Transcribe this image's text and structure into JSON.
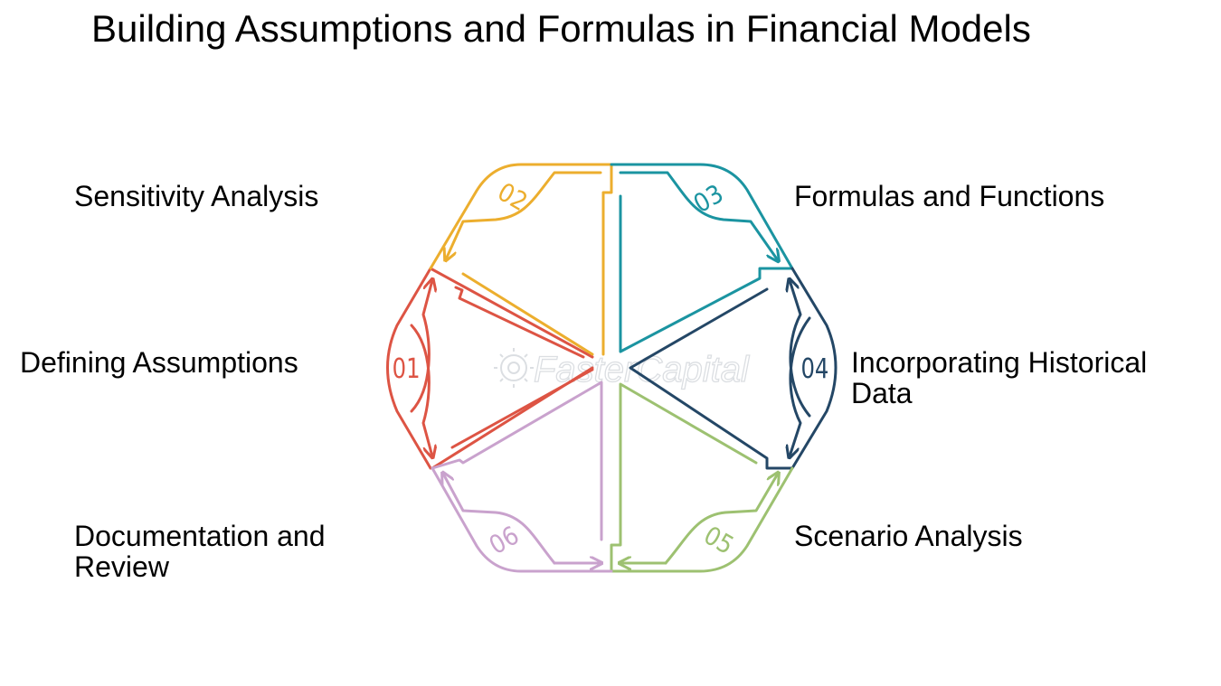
{
  "title": "Building Assumptions and Formulas in Financial Models",
  "watermark": "FasterCapital",
  "steps": [
    {
      "number": "01",
      "label_lines": [
        "Defining Assumptions"
      ],
      "color": "#dd5444"
    },
    {
      "number": "02",
      "label_lines": [
        "Sensitivity Analysis"
      ],
      "color": "#ecae2e"
    },
    {
      "number": "03",
      "label_lines": [
        "Formulas and Functions"
      ],
      "color": "#1b94a1"
    },
    {
      "number": "04",
      "label_lines": [
        "Incorporating Historical",
        "Data"
      ],
      "color": "#244766"
    },
    {
      "number": "05",
      "label_lines": [
        "Scenario Analysis"
      ],
      "color": "#9dc171"
    },
    {
      "number": "06",
      "label_lines": [
        "Documentation and",
        "Review"
      ],
      "color": "#c9a2cd"
    }
  ]
}
